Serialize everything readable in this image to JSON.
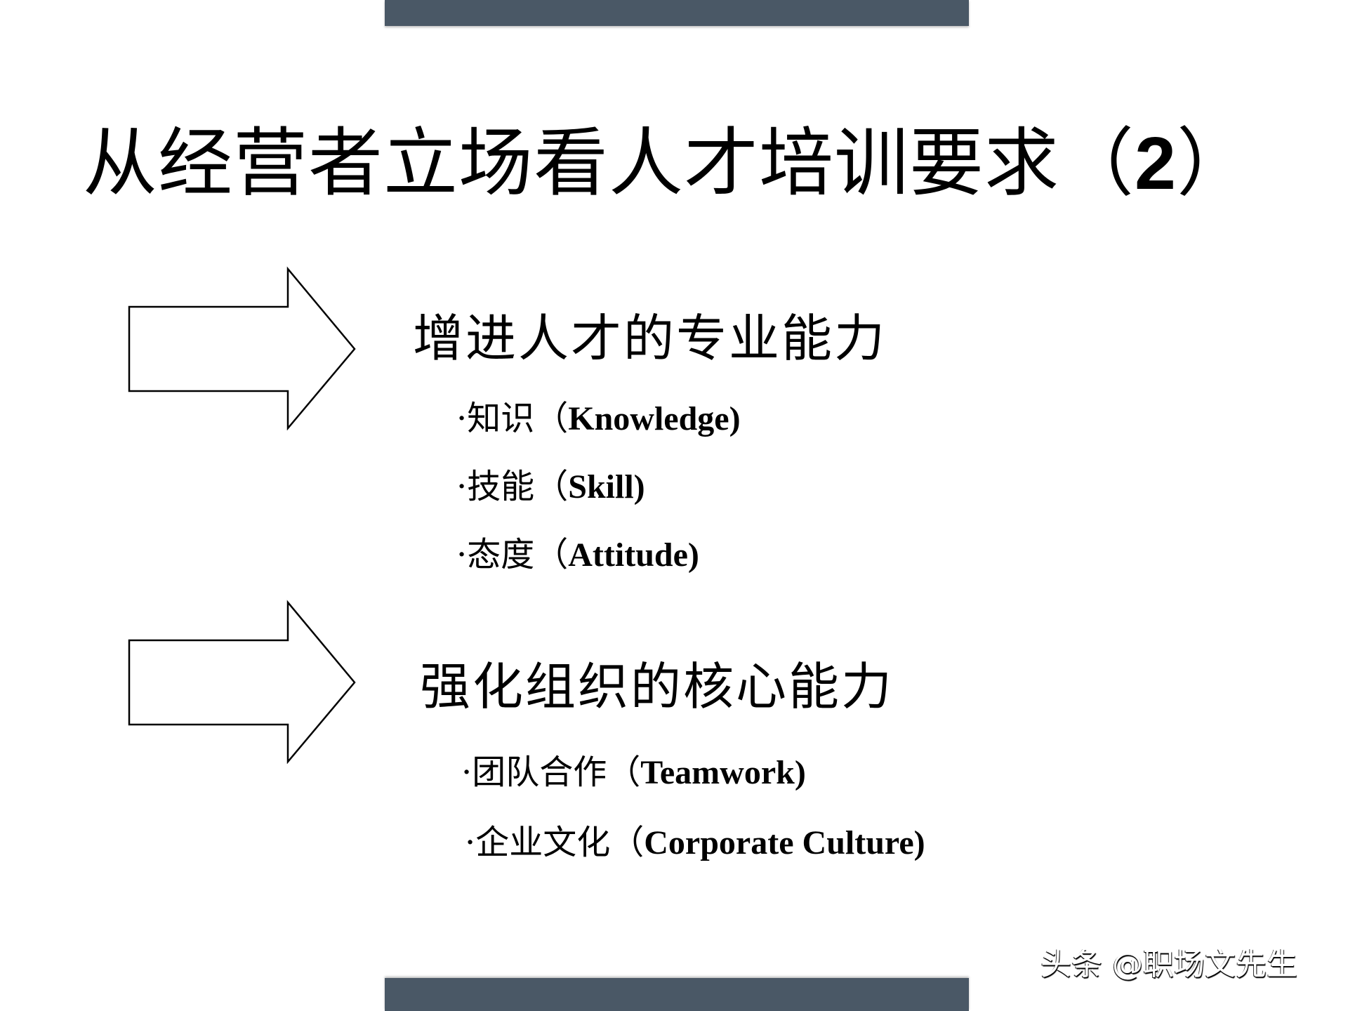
{
  "slide": {
    "title_text": "从经营者立场看人才培训要求（",
    "title_number": "2",
    "title_close": "）",
    "colors": {
      "bar": "#4a5866",
      "text": "#000000",
      "background": "#ffffff"
    },
    "sections": [
      {
        "icon": "right-arrow-icon",
        "heading": "增进人才的专业能力",
        "items": [
          {
            "zh": "·知识（",
            "en": "Knowledge)"
          },
          {
            "zh": "·技能（",
            "en": "Skill)"
          },
          {
            "zh": "·态度（",
            "en": "Attitude)"
          }
        ]
      },
      {
        "icon": "right-arrow-icon",
        "heading": "强化组织的核心能力",
        "items": [
          {
            "zh": "·团队合作（",
            "en": "Teamwork)"
          },
          {
            "zh": "·企业文化（",
            "en": "Corporate Culture)"
          }
        ]
      }
    ],
    "watermark": "头条 @职场文先生"
  }
}
